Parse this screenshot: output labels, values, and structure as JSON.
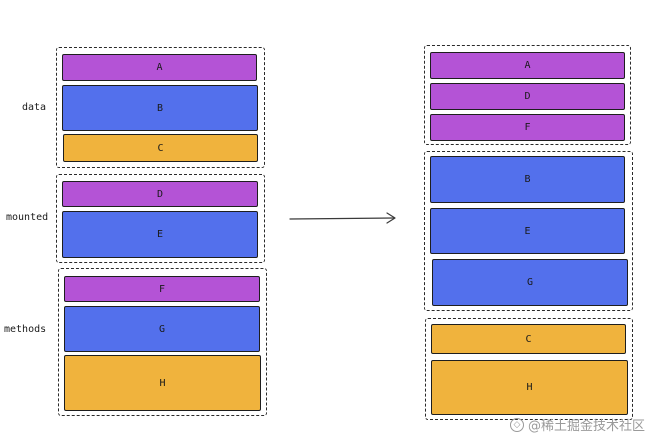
{
  "left": {
    "groups": [
      {
        "label": "data",
        "blocks": [
          {
            "text": "A",
            "color": "#b453d6"
          },
          {
            "text": "B",
            "color": "#5370ec"
          },
          {
            "text": "C",
            "color": "#f0b33d"
          }
        ]
      },
      {
        "label": "mounted",
        "blocks": [
          {
            "text": "D",
            "color": "#b453d6"
          },
          {
            "text": "E",
            "color": "#5370ec"
          }
        ]
      },
      {
        "label": "methods",
        "blocks": [
          {
            "text": "F",
            "color": "#b453d6"
          },
          {
            "text": "G",
            "color": "#5370ec"
          },
          {
            "text": "H",
            "color": "#f0b33d"
          }
        ]
      }
    ]
  },
  "right": {
    "groups": [
      {
        "blocks": [
          {
            "text": "A",
            "color": "#b453d6"
          },
          {
            "text": "D",
            "color": "#b453d6"
          },
          {
            "text": "F",
            "color": "#b453d6"
          }
        ]
      },
      {
        "blocks": [
          {
            "text": "B",
            "color": "#5370ec"
          },
          {
            "text": "E",
            "color": "#5370ec"
          },
          {
            "text": "G",
            "color": "#5370ec"
          }
        ]
      },
      {
        "blocks": [
          {
            "text": "C",
            "color": "#f0b33d"
          },
          {
            "text": "H",
            "color": "#f0b33d"
          }
        ]
      }
    ]
  },
  "arrow_icon": "arrow-right-icon",
  "watermark": {
    "text": "@稀土掘金技术社区",
    "icon": "juejin-logo-icon"
  }
}
